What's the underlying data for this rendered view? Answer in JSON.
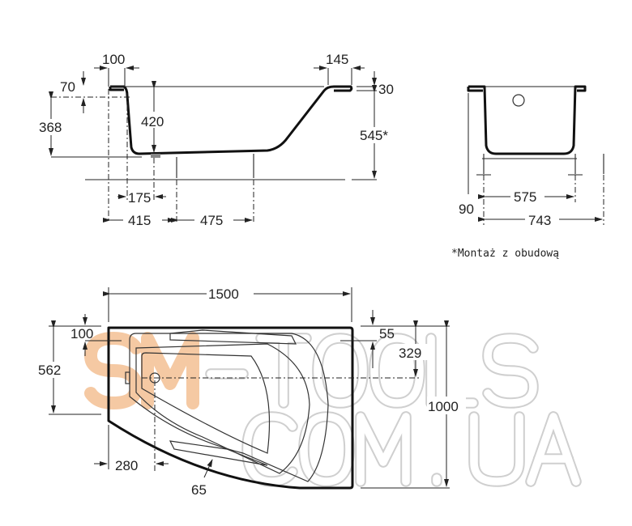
{
  "side_view": {
    "dims": {
      "rim_left": "100",
      "rim_right": "145",
      "top_offset": "70",
      "rim_thickness": "30",
      "drain_height": "368",
      "depth": "420",
      "total_height": "545*",
      "drain_offset": "175",
      "leg_offset": "415",
      "leg_spacing": "475"
    }
  },
  "end_view": {
    "dims": {
      "foot_height": "90",
      "leg_spacing": "575",
      "width": "743"
    }
  },
  "note": "*Montaż z obudową",
  "plan_view": {
    "dims": {
      "length": "1500",
      "rim_offset": "100",
      "drain_y": "562",
      "top_offset": "55",
      "drain_to_top": "329",
      "width": "1000",
      "drain_x": "280",
      "radius": "65"
    }
  },
  "watermark": {
    "line1": "SM-TOOLS",
    "line2": "COM.UA",
    "accent_color": "#f5c9a3"
  }
}
